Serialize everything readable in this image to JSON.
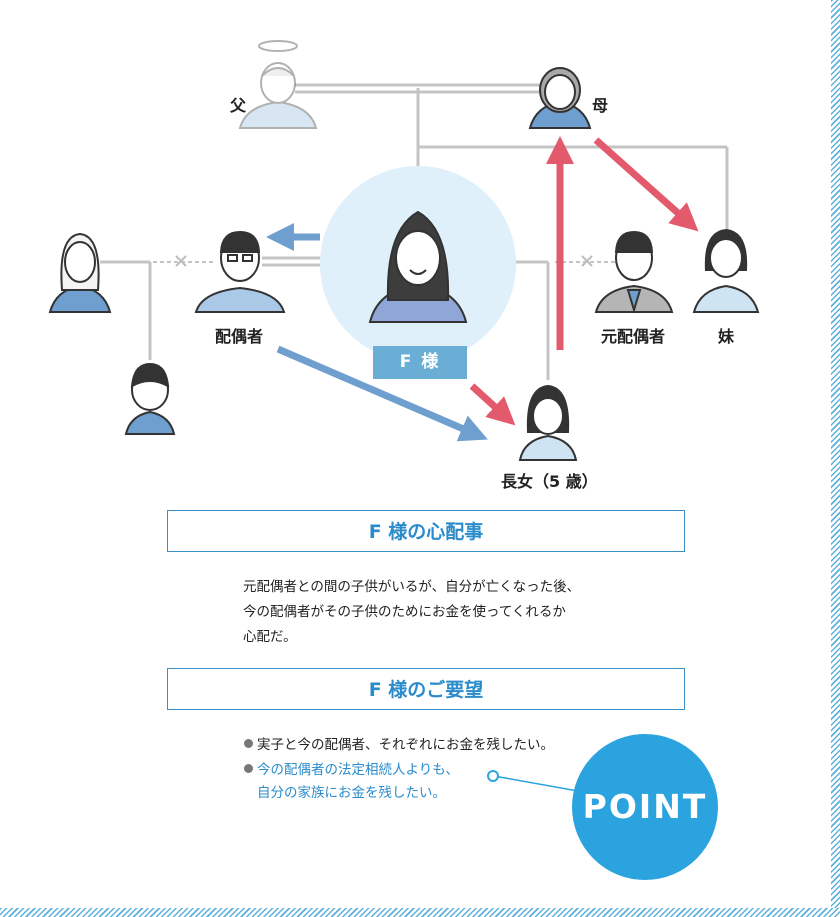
{
  "people": {
    "father": "父",
    "mother": "母",
    "spouse": "配偶者",
    "ex_spouse": "元配偶者",
    "sister": "妹",
    "eldest_daughter": "長女（5 歳）",
    "client": "F 様"
  },
  "concern": {
    "title": "F 様の心配事",
    "lines": [
      "元配偶者との間の子供がいるが、自分が亡くなった後、",
      "今の配偶者がその子供のためにお金を使ってくれるか",
      "心配だ。"
    ]
  },
  "request": {
    "title": "F 様のご要望",
    "item1": "実子と今の配偶者、それぞれにお金を残したい。",
    "item2_line1": "今の配偶者の法定相続人よりも、",
    "item2_line2": "自分の家族にお金を残したい。"
  },
  "point_badge": "POINT",
  "colors": {
    "accent_blue": "#2ba3df",
    "arrow_blue": "#6f9fcf",
    "arrow_red": "#e25a6b",
    "line_gray": "#c4c4c4",
    "circle_bg": "#dff0fa"
  }
}
